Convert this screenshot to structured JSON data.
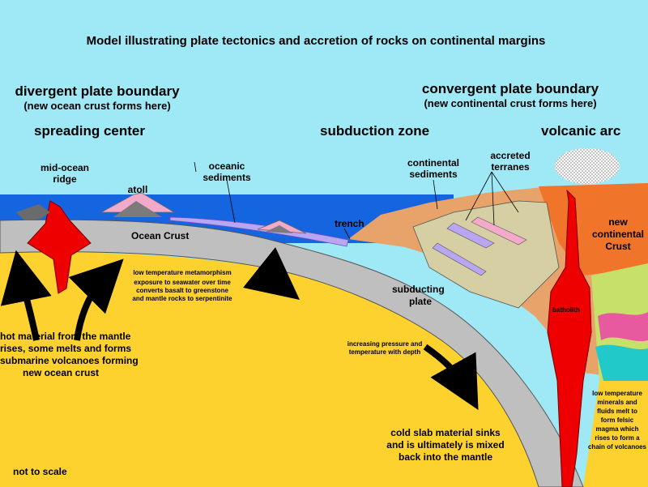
{
  "title": "Model illustrating plate tectonics and accretion of rocks on continental margins",
  "divergent": {
    "heading": "divergent plate boundary",
    "sub": "(new ocean crust forms here)",
    "zone": "spreading center"
  },
  "convergent": {
    "heading": "convergent plate boundary",
    "sub": "(new continental crust forms here)",
    "zone1": "subduction zone",
    "zone2": "volcanic arc"
  },
  "labels": {
    "ridge_1": "mid-ocean",
    "ridge_2": "ridge",
    "atoll": "atoll",
    "oceanic_sed_1": "oceanic",
    "oceanic_sed_2": "sediments",
    "continental_sed_1": "continental",
    "continental_sed_2": "sediments",
    "accreted_1": "accreted",
    "accreted_2": "terranes",
    "trench": "trench",
    "ocean_crust": "Ocean Crust",
    "new_crust_1": "new",
    "new_crust_2": "continental",
    "new_crust_3": "Crust",
    "subducting_1": "subducting",
    "subducting_2": "plate",
    "batholith": "batholith",
    "metamorphism_head": "low temperature metamorphism",
    "metamorphism_1": "exposure to seawater over time",
    "metamorphism_2": "converts basalt to greenstone",
    "metamorphism_3": "and mantle rocks to serpentinite",
    "pressure_1": "increasing pressure and",
    "pressure_2": "temperature with depth",
    "hot_1": "hot material from the mantle",
    "hot_2": "rises, some melts and forms",
    "hot_3": "submarine volcanoes forming",
    "hot_4": "new ocean crust",
    "cold_1": "cold slab material sinks",
    "cold_2": "and is ultimately is mixed",
    "cold_3": "back into the mantle",
    "melt_1": "low temperature",
    "melt_2": "minerals and",
    "melt_3": "fluids melt to",
    "melt_4": "form felsic",
    "melt_5": "magma which",
    "melt_6": "rises to form a",
    "melt_7": "chain of volcanoes",
    "scale": "not to scale"
  },
  "colors": {
    "sky": "#9fe8f6",
    "ocean": "#1565e0",
    "mantle": "#fdd22e",
    "crust": "#bfbfbf",
    "magma": "#ee0000",
    "oceanic_sediment": "#b9a6f2",
    "continental_wedge": "#d6cfa3",
    "continent": "#e8a36a",
    "arc_crust": "#f0742a",
    "atoll_reef": "#f3a9c9",
    "seamount": "#7b7b7b"
  }
}
